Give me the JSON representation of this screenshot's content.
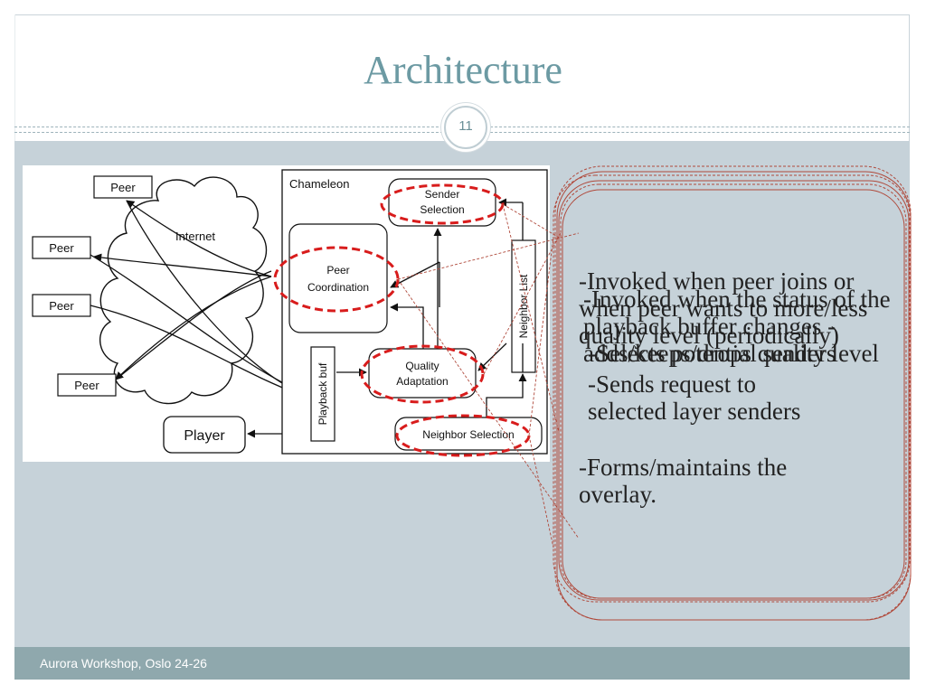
{
  "slide": {
    "title": "Architecture",
    "page_number": "11",
    "footer": "Aurora Workshop, Oslo 24-26"
  },
  "diagram": {
    "peers": [
      "Peer",
      "Peer",
      "Peer",
      "Peer"
    ],
    "internet": "Internet",
    "player": "Player",
    "chameleon": "Chameleon",
    "sender_selection": [
      "Sender",
      "Selection"
    ],
    "peer_coordination": [
      "Peer",
      "Coordination"
    ],
    "quality_adaptation": [
      "Quality",
      "Adaptation"
    ],
    "neighbor_selection": "Neighbor Selection",
    "playback_buf": "Playback buf",
    "neighbor_list": "Neighbor List"
  },
  "callouts": [
    "-Invoked when peer joins or when peer wants to more/less quality level (periodically)",
    "-Invoked when the status of the playback buffer changes -adds/keeps/drops quality level",
    "-Selects potential senders",
    "-Sends request to selected layer senders",
    "-Forms/maintains the overlay."
  ]
}
